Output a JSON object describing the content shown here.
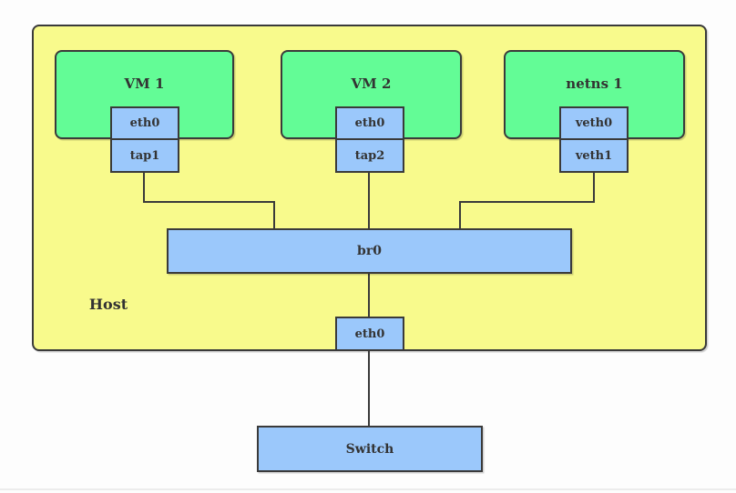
{
  "host": {
    "label": "Host"
  },
  "guests": [
    {
      "id": "vm1",
      "label": "VM 1",
      "top_iface": "eth0",
      "bottom_iface": "tap1"
    },
    {
      "id": "vm2",
      "label": "VM 2",
      "top_iface": "eth0",
      "bottom_iface": "tap2"
    },
    {
      "id": "netns1",
      "label": "netns 1",
      "top_iface": "veth0",
      "bottom_iface": "veth1"
    }
  ],
  "bridge": {
    "label": "br0"
  },
  "host_nic": {
    "label": "eth0"
  },
  "switch": {
    "label": "Switch"
  },
  "colors": {
    "host_fill": "#f8fa8c",
    "guest_fill": "#63fc96",
    "iface_fill": "#9bc8fb",
    "border": "#3a3a3a",
    "text": "#333333",
    "background": "#fdfdfd"
  }
}
